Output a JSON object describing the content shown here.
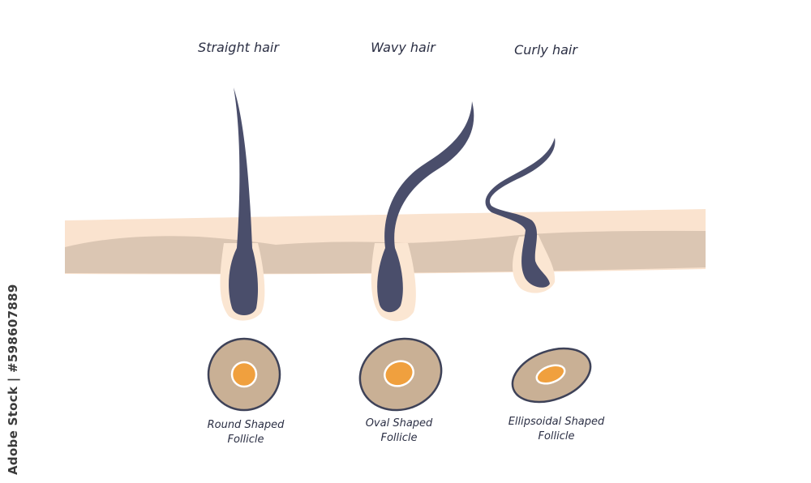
{
  "hair_types": [
    {
      "title": "Straight hair",
      "follicle": "Round Shaped Follicle",
      "caption_line1": "Round Shaped",
      "caption_line2": "Follicle"
    },
    {
      "title": "Wavy hair",
      "follicle": "Oval Shaped Follicle",
      "caption_line1": "Oval Shaped",
      "caption_line2": "Follicle"
    },
    {
      "title": "Curly hair",
      "follicle": "Ellipsoidal Shaped Follicle",
      "caption_line1": "Ellipsoidal Shaped",
      "caption_line2": "Follicle"
    }
  ],
  "watermark": "Adobe Stock | #598607889",
  "colors": {
    "hair": "#4a4e6b",
    "skin_top": "#fae3cf",
    "skin_bottom": "#dbc6b3",
    "follicle_sheath": "#fbe6d2",
    "follicle_outer": "#c9b095",
    "follicle_outline": "#3e4258",
    "follicle_core": "#f0a03e"
  }
}
